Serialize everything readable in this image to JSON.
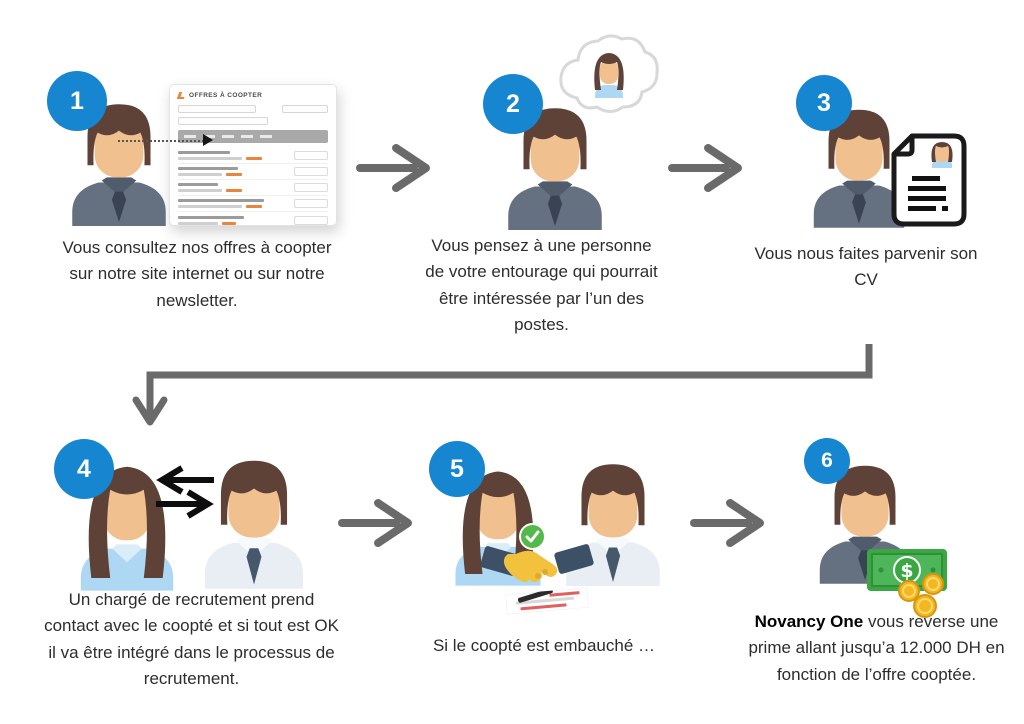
{
  "figure": {
    "background": "#ffffff",
    "language": "fr"
  },
  "palette": {
    "badge_blue": "#1786d1",
    "arrow_gray": "#6a6a6a",
    "text_dark": "#2d2d2d",
    "accent_orange": "#e8873c",
    "money_green": "#3aa742",
    "coin_gold": "#f3b723",
    "check_green": "#53b948",
    "hair_brown": "#5e4238",
    "skin": "#f0c18e",
    "shirt_gray": "#657181",
    "blouse_blue": "#aed7f3"
  },
  "icons": {
    "flow_arrow": "→",
    "exchange_arrows": "⇄",
    "check": "✓",
    "dollar": "$"
  },
  "browser": {
    "title": "OFFRES À COOPTER"
  },
  "steps": [
    {
      "number": "1",
      "caption": "Vous consultez nos offres à coopter sur notre site internet ou sur notre newsletter."
    },
    {
      "number": "2",
      "caption": "Vous pensez à une personne de votre entourage qui pourrait être intéressée par l’un des postes."
    },
    {
      "number": "3",
      "caption": "Vous nous faites parvenir son CV"
    },
    {
      "number": "4",
      "caption": "Un chargé de recrutement prend contact avec le coopté et si tout est OK il va être intégré dans le processus de recrutement."
    },
    {
      "number": "5",
      "caption": "Si le coopté est embauché …"
    },
    {
      "number": "6",
      "brand": "Novancy One",
      "caption": " vous reverse une prime allant jusqu’a 12.000 DH en fonction de l’offre cooptée."
    }
  ]
}
